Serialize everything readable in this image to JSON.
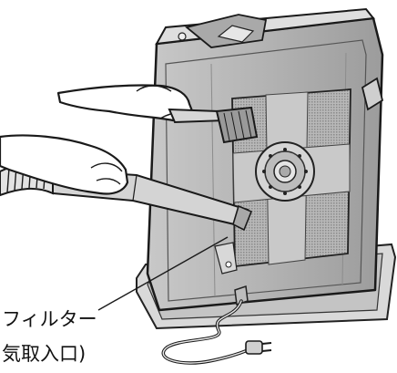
{
  "labels": {
    "line1": "フィルター",
    "line2": "気取入口)"
  },
  "icons": {
    "heater": "kerosene-heater-illustration",
    "brush": "brush-icon",
    "vacuum": "vacuum-nozzle-icon",
    "plug": "power-plug-icon"
  }
}
